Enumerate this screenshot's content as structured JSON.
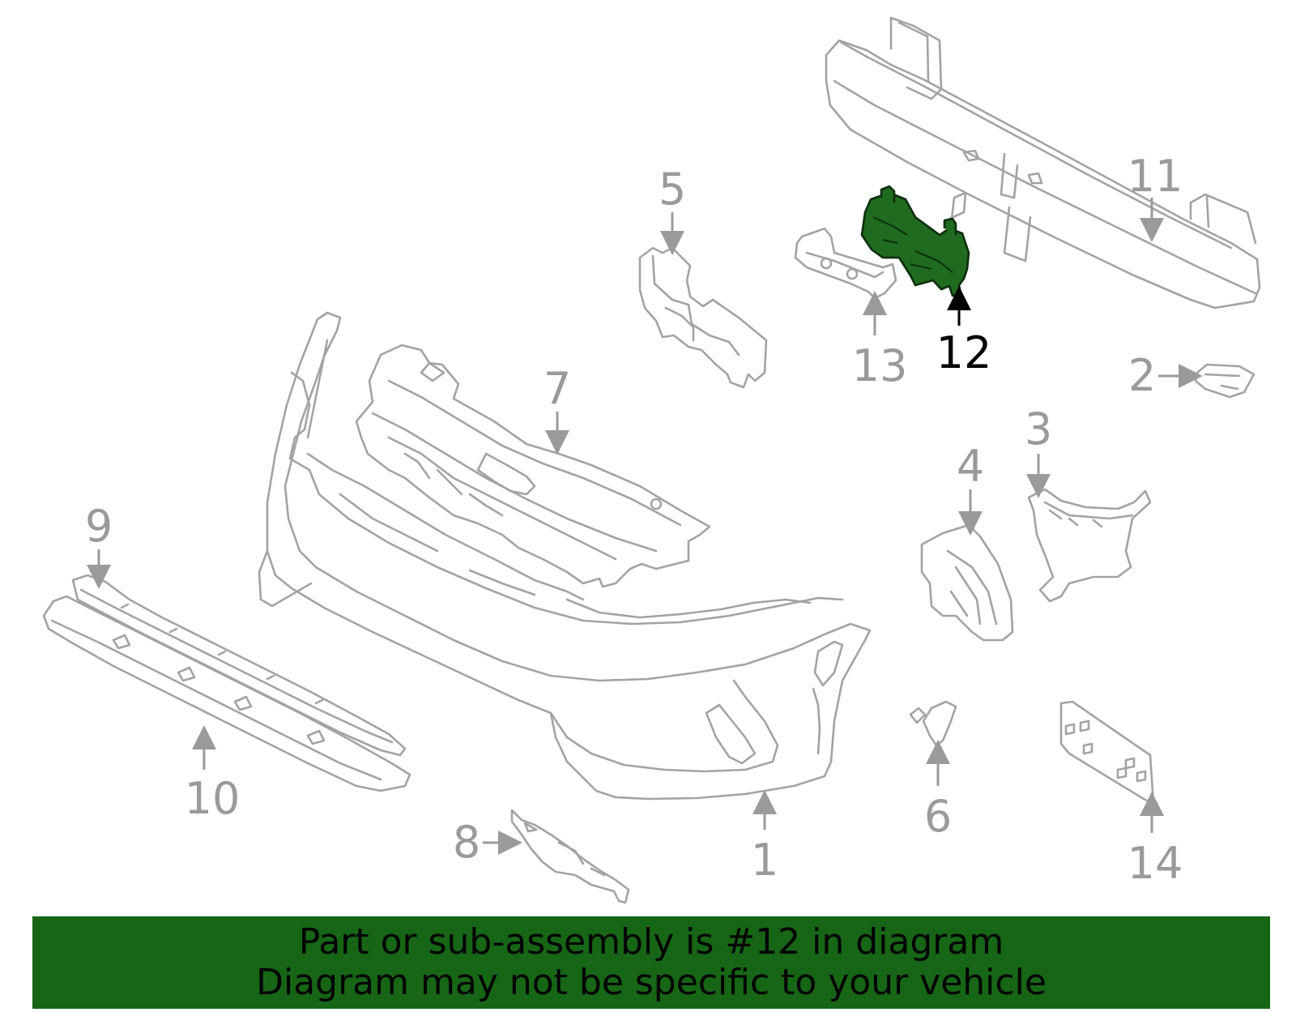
{
  "diagram": {
    "highlighted_part": "12",
    "highlight_color": "#1f6b1f",
    "callouts": {
      "c1": "1",
      "c2": "2",
      "c3": "3",
      "c4": "4",
      "c5": "5",
      "c6": "6",
      "c7": "7",
      "c8": "8",
      "c9": "9",
      "c10": "10",
      "c11": "11",
      "c12": "12",
      "c13": "13",
      "c14": "14"
    }
  },
  "banner": {
    "background": "#166616",
    "line1": "Part or sub-assembly is #12 in diagram",
    "line2": "Diagram may not be specific to your vehicle"
  }
}
